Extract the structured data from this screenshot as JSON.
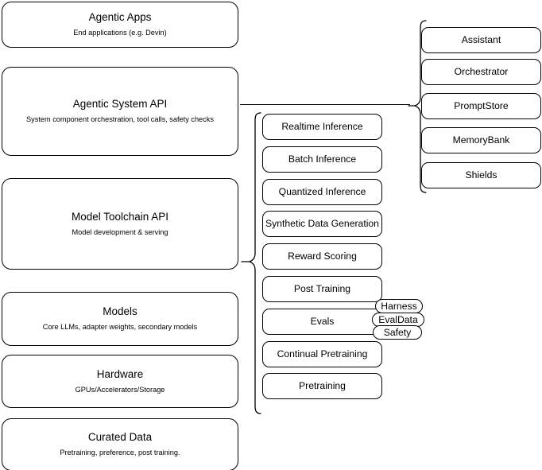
{
  "diagram": {
    "title": "AI Stack Layers Diagram",
    "stroke_color": "#000000",
    "background_color": "#ffffff"
  },
  "stack_layers": [
    {
      "name": "agentic-apps",
      "title": "Agentic Apps",
      "subtitle": "End applications (e.g. Devin)"
    },
    {
      "name": "agentic-system-api",
      "title": "Agentic System API",
      "subtitle": "System component orchestration, tool calls, safety checks"
    },
    {
      "name": "model-toolchain-api",
      "title": "Model Toolchain API",
      "subtitle": "Model development & serving"
    },
    {
      "name": "models",
      "title": "Models",
      "subtitle": "Core LLMs, adapter weights, secondary models"
    },
    {
      "name": "hardware",
      "title": "Hardware",
      "subtitle": "GPUs/Accelerators/Storage"
    },
    {
      "name": "curated-data",
      "title": "Curated Data",
      "subtitle": "Pretraining, preference, post training."
    }
  ],
  "toolchain_components": [
    {
      "name": "realtime-inference",
      "label": "Realtime Inference"
    },
    {
      "name": "batch-inference",
      "label": "Batch Inference"
    },
    {
      "name": "quantized-inference",
      "label": "Quantized Inference"
    },
    {
      "name": "synthetic-data-generation",
      "label": "Synthetic Data Generation"
    },
    {
      "name": "reward-scoring",
      "label": "Reward Scoring"
    },
    {
      "name": "post-training",
      "label": "Post Training"
    },
    {
      "name": "evals",
      "label": "Evals"
    },
    {
      "name": "continual-pretraining",
      "label": "Continual Pretraining"
    },
    {
      "name": "pretraining",
      "label": "Pretraining"
    }
  ],
  "evals_subcomponents": [
    {
      "name": "harness",
      "label": "Harness"
    },
    {
      "name": "evaldata",
      "label": "EvalData"
    },
    {
      "name": "safety",
      "label": "Safety"
    }
  ],
  "agentic_system_components": [
    {
      "name": "assistant",
      "label": "Assistant"
    },
    {
      "name": "orchestrator",
      "label": "Orchestrator"
    },
    {
      "name": "promptstore",
      "label": "PromptStore"
    },
    {
      "name": "memorybank",
      "label": "MemoryBank"
    },
    {
      "name": "shields",
      "label": "Shields"
    }
  ]
}
